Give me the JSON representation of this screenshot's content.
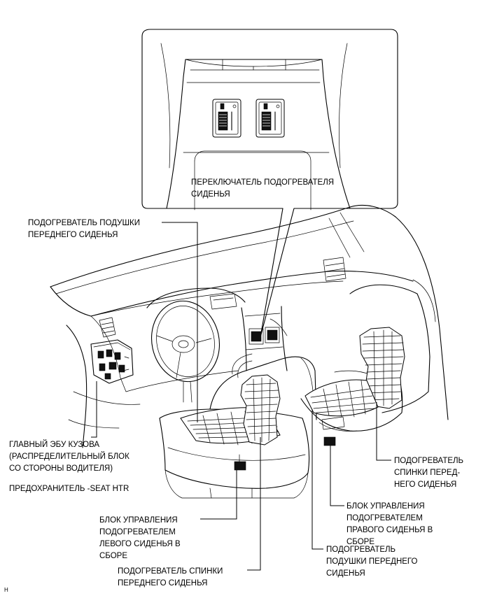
{
  "labels": {
    "switch_line1": "ПЕРЕКЛЮЧАТЕЛЬ ПОДОГРЕВАТЕЛЯ",
    "switch_line2": "СИДЕНЬЯ",
    "cushion_top_line1": "ПОДОГРЕВАТЕЛЬ ПОДУШКИ",
    "cushion_top_line2": "ПЕРЕДНЕГО СИДЕНЬЯ",
    "ecu_line1": "ГЛАВНЫЙ ЭБУ КУЗОВА",
    "ecu_line2": "(РАСПРЕДЕЛИТЕЛЬНЫЙ БЛОК",
    "ecu_line3": "СО СТОРОНЫ ВОДИТЕЛЯ)",
    "fuse": "ПРЕДОХРАНИТЕЛЬ -SEAT HTR",
    "left_ctrl_line1": "БЛОК УПРАВЛЕНИЯ",
    "left_ctrl_line2": "ПОДОГРЕВАТЕЛЕМ",
    "left_ctrl_line3": "ЛЕВОГО СИДЕНЬЯ В",
    "left_ctrl_line4": "СБОРЕ",
    "back_bottom_line1": "ПОДОГРЕВАТЕЛЬ СПИНКИ",
    "back_bottom_line2": "ПЕРЕДНЕГО СИДЕНЬЯ",
    "back_right_line1": "ПОДОГРЕВАТЕЛЬ",
    "back_right_line2": "СПИНКИ ПЕРЕД-",
    "back_right_line3": "НЕГО СИДЕНЬЯ",
    "right_ctrl_line1": "БЛОК УПРАВЛЕНИЯ",
    "right_ctrl_line2": "ПОДОГРЕВАТЕЛЕМ",
    "right_ctrl_line3": "ПРАВОГО СИДЕНЬЯ В",
    "right_ctrl_line4": "СБОРЕ",
    "cushion_bottom_line1": "ПОДОГРЕВАТЕЛЬ",
    "cushion_bottom_line2": "ПОДУШКИ ПЕРЕДНЕГО",
    "cushion_bottom_line3": "СИДЕНЬЯ",
    "figure_code": "H"
  }
}
